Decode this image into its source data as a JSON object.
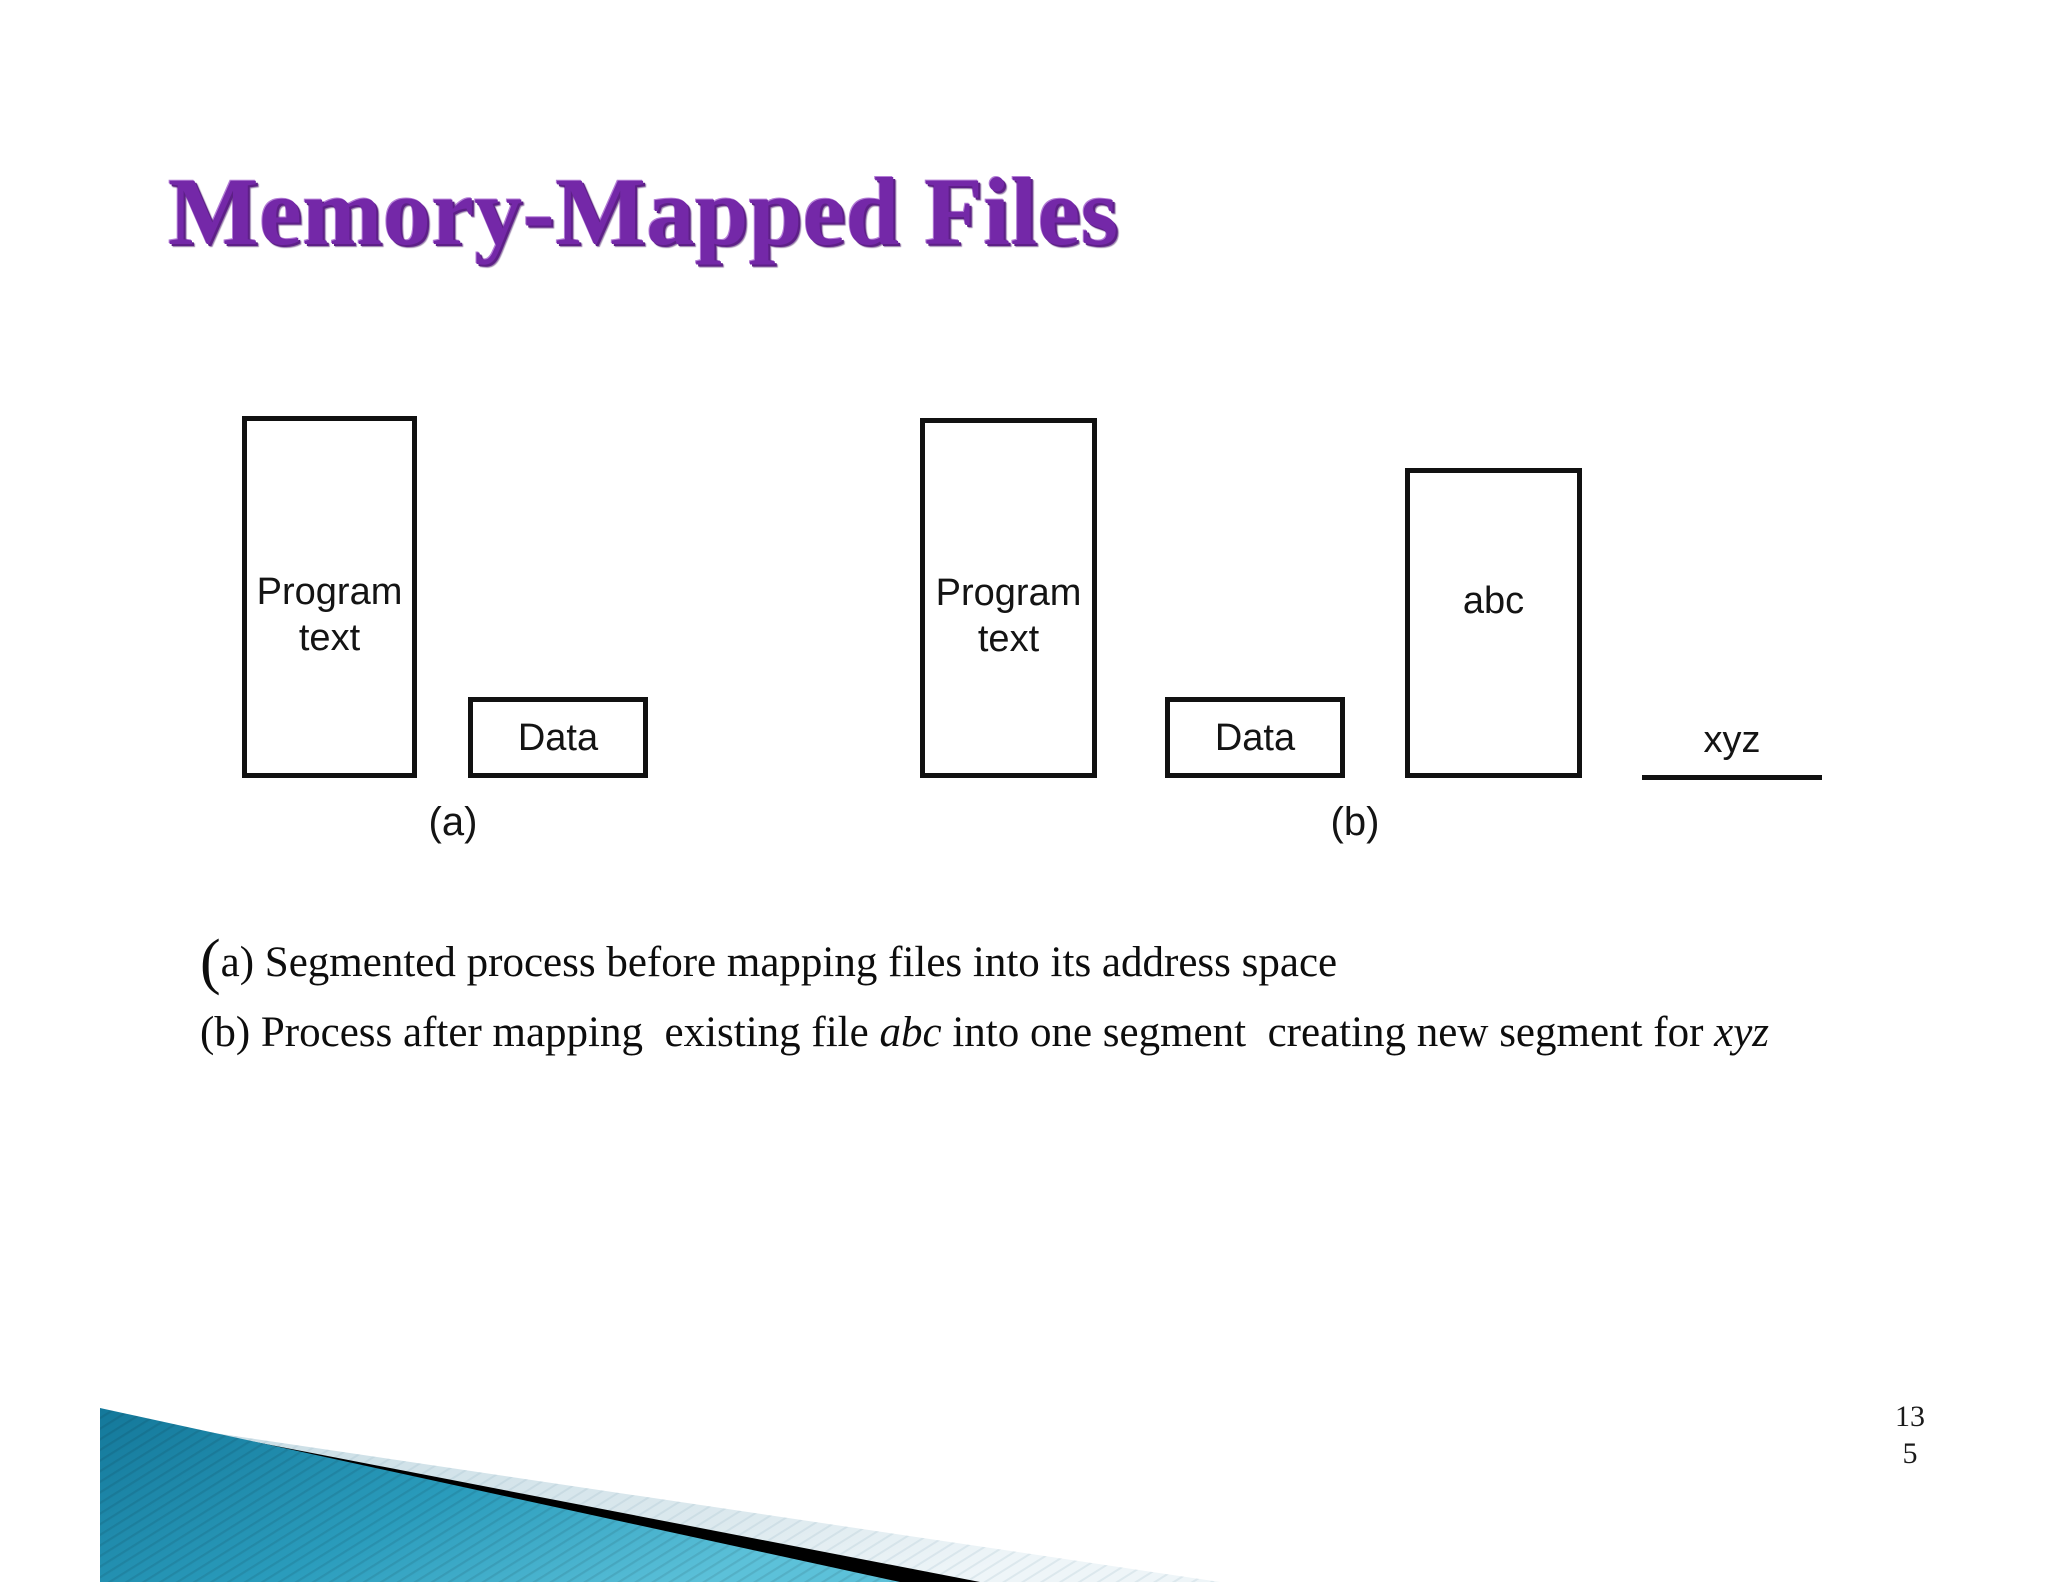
{
  "slide": {
    "title": "Memory-Mapped Files",
    "title_color": "#7428A8",
    "background_color": "#FFFFFF",
    "page_number_line1": "13",
    "page_number_line2": "5"
  },
  "diagram": {
    "outline_color": "#111111",
    "group_a": {
      "label": "(a)",
      "program_text_box": "Program\ntext",
      "data_box": "Data"
    },
    "group_b": {
      "label": "(b)",
      "program_text_box": "Program\ntext",
      "data_box": "Data",
      "abc_box": "abc",
      "xyz_segment": "xyz"
    }
  },
  "caption": {
    "line_a_paren": "(",
    "line_a": "a) Segmented process before mapping files into its address space",
    "line_b_prefix": "(b) Process after mapping  existing file ",
    "line_b_italic1": "abc",
    "line_b_middle": " into one segment  creating new segment for ",
    "line_b_italic2": "xyz"
  },
  "decoration": {
    "teal_dark": "#15799B",
    "teal_light": "#4FB9D4",
    "black_wedge": "#000000",
    "pale_wedge": "#DCE9EE"
  }
}
